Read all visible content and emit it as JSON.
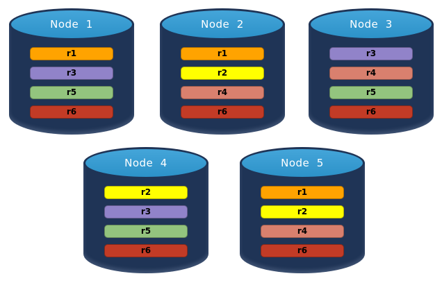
{
  "diagram": {
    "description": "Five database nodes, each storing a subset of replicas r1–r6"
  },
  "colors": {
    "background": "#FFFFFF",
    "cylinder_body": "#1F3456",
    "cylinder_top": "#2F9BD5",
    "title_text": "#FFFFFF",
    "bar_text": "#000000"
  },
  "replica_colors": {
    "r1": "#FFA300",
    "r2": "#FFFF00",
    "r3": "#9183C9",
    "r4": "#D9806E",
    "r5": "#93C47E",
    "r6": "#C23B26"
  },
  "nodes": [
    {
      "label": "Node  1",
      "replicas": [
        "r1",
        "r3",
        "r5",
        "r6"
      ]
    },
    {
      "label": "Node  2",
      "replicas": [
        "r1",
        "r2",
        "r4",
        "r6"
      ]
    },
    {
      "label": "Node  3",
      "replicas": [
        "r3",
        "r4",
        "r5",
        "r6"
      ]
    },
    {
      "label": "Node  4",
      "replicas": [
        "r2",
        "r3",
        "r5",
        "r6"
      ]
    },
    {
      "label": "Node  5",
      "replicas": [
        "r1",
        "r2",
        "r4",
        "r6"
      ]
    }
  ]
}
